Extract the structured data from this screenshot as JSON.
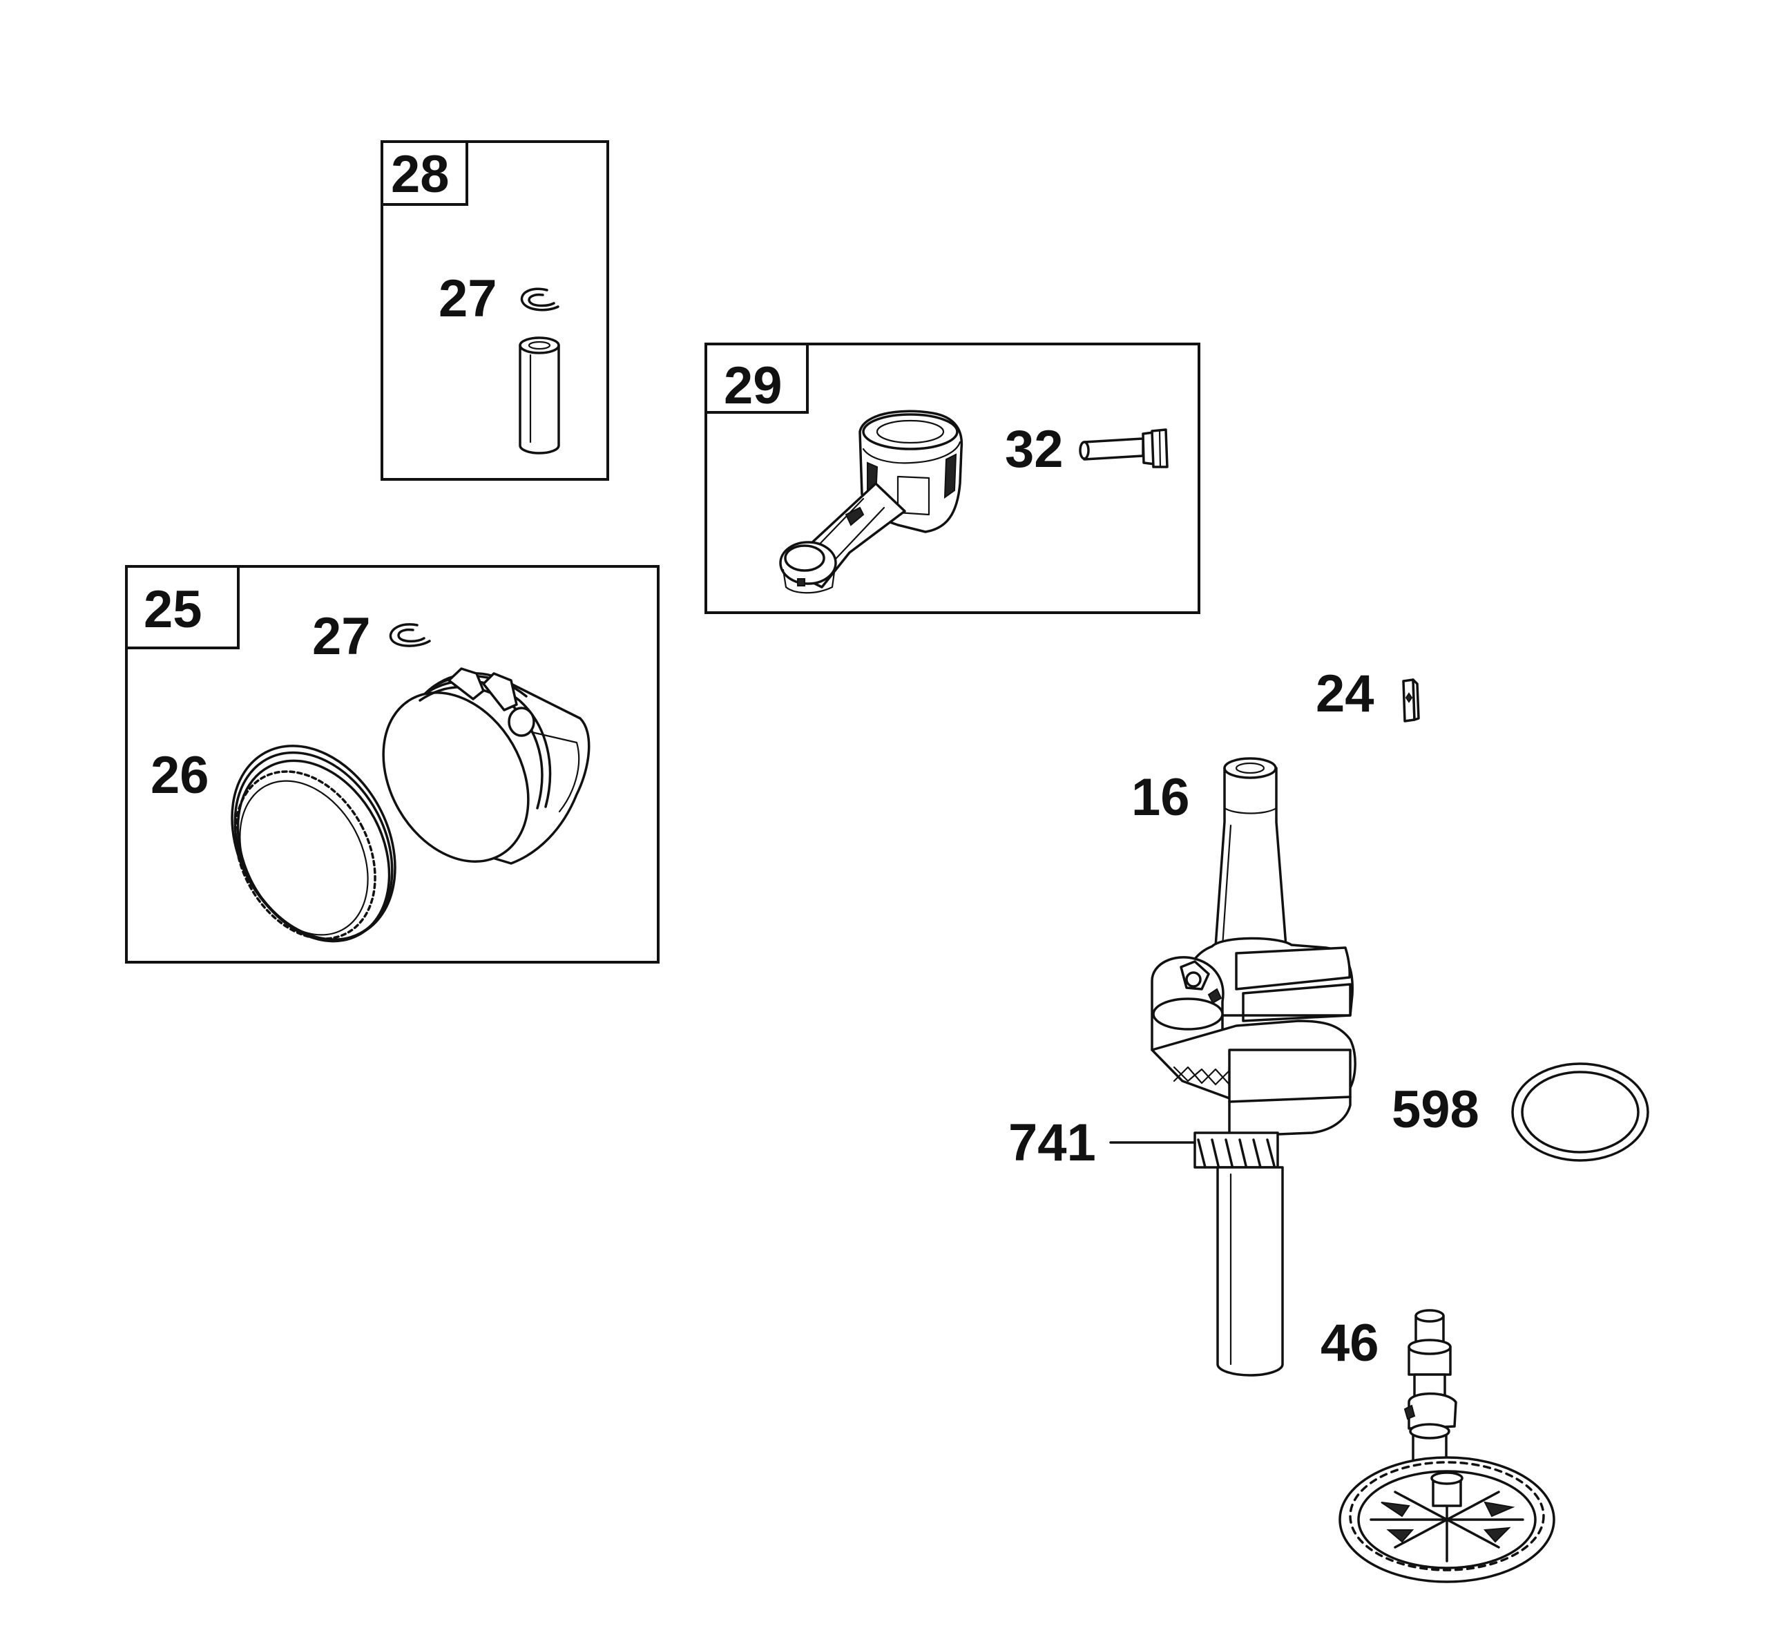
{
  "kits": {
    "k28": "28",
    "k29": "29",
    "k25": "25"
  },
  "callouts": {
    "c27a": "27",
    "c27b": "27",
    "c32": "32",
    "c26": "26",
    "c24": "24",
    "c16": "16",
    "c598": "598",
    "c741": "741",
    "c46": "46"
  },
  "colors": {
    "line": "#111111",
    "background": "#ffffff"
  }
}
